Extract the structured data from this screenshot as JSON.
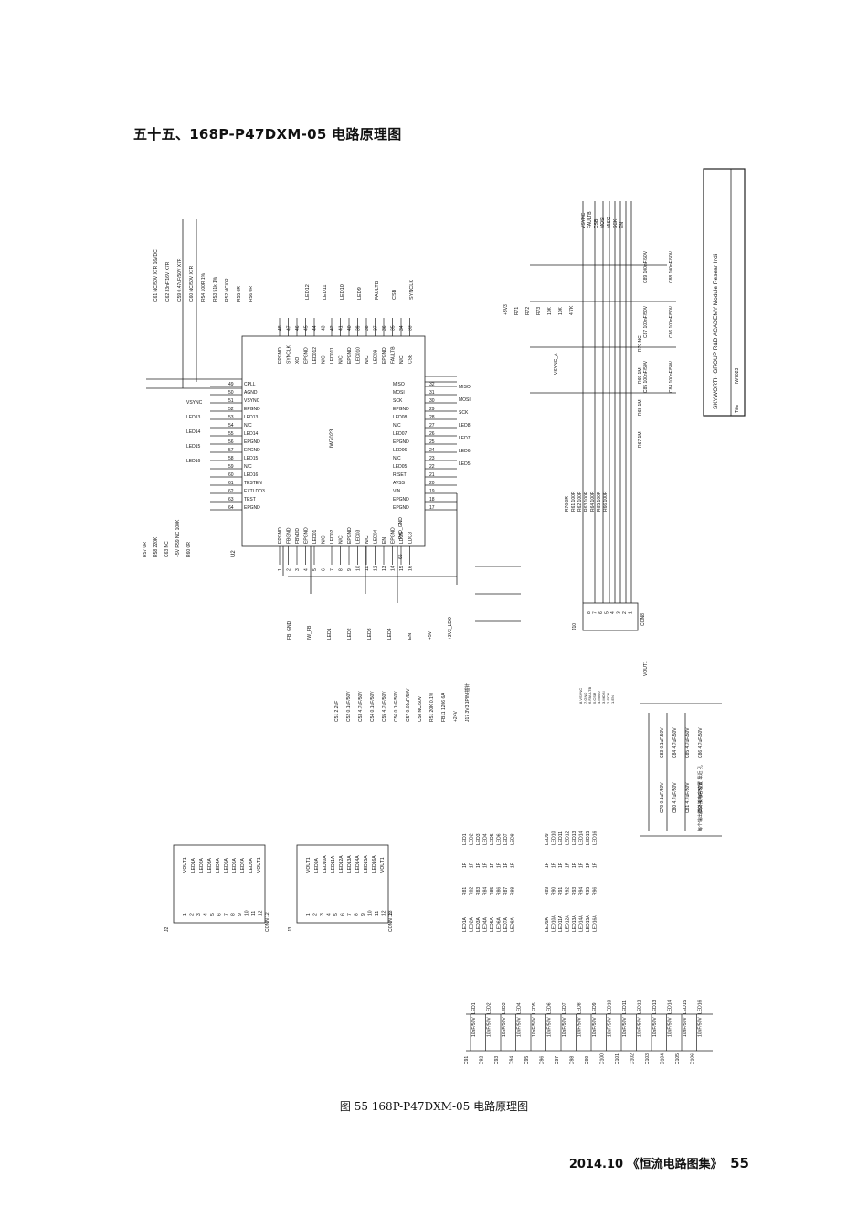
{
  "page": {
    "heading": "五十五、168P-P47DXM-05 电路原理图",
    "caption": "图 55   168P-P47DXM-05 电路原理图",
    "footer_date": "2014.10",
    "footer_title": "《恒流电路图集》",
    "page_number": "55"
  },
  "schematic": {
    "ic": {
      "ref": "U2",
      "part": "IW7023",
      "pad": "PAD_GND",
      "pad_pin": "65"
    },
    "title_block": {
      "company": "SKYWORTH GROUP R&D ACADEMY  Module Resear Indi",
      "title_label": "Title",
      "title_value": "IW7023"
    },
    "top_labels": [
      "LED12",
      "LED11",
      "LED10",
      "LED9",
      "FAULTB",
      "CSB",
      "SYNCLK"
    ],
    "top_pins": [
      {
        "num": "48",
        "name": "EPGND"
      },
      {
        "num": "47",
        "name": "SYNCLK"
      },
      {
        "num": "46",
        "name": "XO"
      },
      {
        "num": "45",
        "name": "EPGND"
      },
      {
        "num": "44",
        "name": "LED012"
      },
      {
        "num": "43",
        "name": "N/C"
      },
      {
        "num": "42",
        "name": "LED011"
      },
      {
        "num": "41",
        "name": "N/C"
      },
      {
        "num": "40",
        "name": "EPGND"
      },
      {
        "num": "39",
        "name": "LED010"
      },
      {
        "num": "38",
        "name": "N/C"
      },
      {
        "num": "37",
        "name": "LED09"
      },
      {
        "num": "36",
        "name": "EPGND"
      },
      {
        "num": "35",
        "name": "FAULTB"
      },
      {
        "num": "34",
        "name": "N/C"
      },
      {
        "num": "33",
        "name": "CSB"
      }
    ],
    "left_pins": [
      {
        "num": "49",
        "name": "CPLL"
      },
      {
        "num": "50",
        "name": "AGND"
      },
      {
        "num": "51",
        "name": "VSYNC"
      },
      {
        "num": "52",
        "name": "EPGND"
      },
      {
        "num": "53",
        "name": "LED13"
      },
      {
        "num": "54",
        "name": "N/C"
      },
      {
        "num": "55",
        "name": "LED14"
      },
      {
        "num": "56",
        "name": "EPGND"
      },
      {
        "num": "57",
        "name": "EPGND"
      },
      {
        "num": "58",
        "name": "LED15"
      },
      {
        "num": "59",
        "name": "N/C"
      },
      {
        "num": "60",
        "name": "LED16"
      },
      {
        "num": "61",
        "name": "TESTEN"
      },
      {
        "num": "62",
        "name": "EXTLDO3"
      },
      {
        "num": "63",
        "name": "TEST"
      },
      {
        "num": "64",
        "name": "EPGND"
      }
    ],
    "left_net_labels": [
      "VSYNC",
      "LED13",
      "LED14",
      "LED15",
      "LED16"
    ],
    "right_pins": [
      {
        "num": "32",
        "name": "MISO"
      },
      {
        "num": "31",
        "name": "MOSI"
      },
      {
        "num": "30",
        "name": "SCK"
      },
      {
        "num": "29",
        "name": "EPGND"
      },
      {
        "num": "28",
        "name": "LED08"
      },
      {
        "num": "27",
        "name": "N/C"
      },
      {
        "num": "26",
        "name": "LED07"
      },
      {
        "num": "25",
        "name": "EPGND"
      },
      {
        "num": "24",
        "name": "LED06"
      },
      {
        "num": "23",
        "name": "N/C"
      },
      {
        "num": "22",
        "name": "LED05"
      },
      {
        "num": "21",
        "name": "RISET"
      },
      {
        "num": "20",
        "name": "AVSS"
      },
      {
        "num": "19",
        "name": "VIN"
      },
      {
        "num": "18",
        "name": "EPGND"
      },
      {
        "num": "17",
        "name": "EPGND"
      }
    ],
    "right_net_labels": [
      "MISO",
      "MOSI",
      "SCK",
      "LED8",
      "LED7",
      "LED6",
      "LED5"
    ],
    "bottom_pins": [
      {
        "num": "1",
        "name": "EPGND"
      },
      {
        "num": "2",
        "name": "FBGND"
      },
      {
        "num": "3",
        "name": "FBVDD"
      },
      {
        "num": "4",
        "name": "EPGND"
      },
      {
        "num": "5",
        "name": "LED01"
      },
      {
        "num": "6",
        "name": "N/C"
      },
      {
        "num": "7",
        "name": "LED02"
      },
      {
        "num": "8",
        "name": "N/C"
      },
      {
        "num": "9",
        "name": "EPGND"
      },
      {
        "num": "10",
        "name": "LED03"
      },
      {
        "num": "11",
        "name": "N/C"
      },
      {
        "num": "12",
        "name": "LED04"
      },
      {
        "num": "13",
        "name": "EN"
      },
      {
        "num": "14",
        "name": "EPGND"
      },
      {
        "num": "15",
        "name": "LDO5"
      },
      {
        "num": "16",
        "name": "LDO3"
      }
    ],
    "bottom_labels": [
      "FB_GND",
      "IW_FB",
      "LED1",
      "LED2",
      "LED3",
      "LED4",
      "EN",
      "+5V",
      "+3V3_LDO"
    ],
    "components_top": [
      "C61  NC/50V X7R 16VDC",
      "C62  33nF/16V X7R",
      "C59  0.47uF/50V X7R",
      "C60  NC/50V X7R",
      "R54 100R 1%",
      "R53 51k 1%",
      "R52 NC/0R",
      "R55 0R",
      "R56 0R"
    ],
    "components_left": [
      "R57 0R",
      "R58 220K",
      "C63 NC",
      "+5V R59 NC 100K",
      "R60 0R"
    ],
    "components_bottom": [
      "C51 2.2uF",
      "C52 0.1uF/50V",
      "C53 4.7uF/50V",
      "C54 0.1uF/50V",
      "C55 4.7uF/50V",
      "C56 0.1uF/50V",
      "C57 0.01uF/50V",
      "C58 NC/50V",
      "R51 20K 0.1%",
      "FB11 1206 6A",
      "+24V",
      "J17 3V3 1PIN 插针"
    ],
    "conn_right": {
      "ref": "J10",
      "name": "CON8",
      "nets": [
        "VSYNC",
        "FAULTB",
        "CSB",
        "MOSI",
        "MISO",
        "SCK",
        "EN"
      ],
      "pins": [
        "8",
        "7",
        "6",
        "5",
        "4",
        "3",
        "2",
        "1"
      ],
      "legend": [
        "8.VSYNC",
        "7.GND",
        "6.FAULTB",
        "5.CSB",
        "4.MISO",
        "3.MOSI",
        "2.SCK",
        "1.EN"
      ],
      "vsync_label": "VSYNC_A",
      "pullups": [
        "+3V3",
        "R71",
        "R72",
        "R73",
        "10K",
        "10K",
        "4.7K"
      ],
      "series": [
        "R76 0R",
        "R61 100R",
        "R62 100R",
        "R63 100R",
        "R64 100R",
        "R65 100R",
        "R66 100R"
      ],
      "filter_caps": [
        "C89 100nF/50V",
        "C88 100nF/50V",
        "C87 100nF/50V",
        "C86 100nF/50V",
        "C85 100nF/50V",
        "C84 100nF/50V"
      ],
      "filter_res": [
        "R70 NC",
        "R69 1M",
        "R68 1M",
        "R67 1M"
      ]
    },
    "vout_caps": {
      "label": "VOUT1",
      "caps": [
        "C79 0.1uF/50V",
        "C80 4.7uF/50V",
        "C81 4.7uF/50V",
        "C82 4.7uF/50V",
        "C83 0.1uF/50V",
        "C84 4.7uF/50V",
        "C85 4.7uF/50V",
        "C86 4.7uF/50V"
      ],
      "note": "每个输出脚外接电容位置 靠近 孔"
    },
    "conn12": {
      "ref": "J2",
      "name": "CONN 12",
      "pins": [
        "1",
        "2",
        "3",
        "4",
        "5",
        "6",
        "7",
        "8",
        "9",
        "10",
        "11",
        "12"
      ],
      "nets": [
        "VOUT1",
        "LED1A",
        "LED2A",
        "LED3A",
        "LED4A",
        "LED5A",
        "LED6A",
        "LED7A",
        "LED8A",
        "VOUT1"
      ]
    },
    "conn13": {
      "ref": "J3",
      "name": "CONN 13",
      "pins": [
        "1",
        "2",
        "3",
        "4",
        "5",
        "6",
        "7",
        "8",
        "9",
        "10",
        "11",
        "12",
        "13"
      ],
      "nets": [
        "VOUT1",
        "LED9A",
        "LED10A",
        "LED11A",
        "LED12A",
        "LED13A",
        "LED14A",
        "LED15A",
        "LED16A",
        "VOUT1"
      ]
    },
    "res_bank_a": {
      "in": [
        "LED1A",
        "LED2A",
        "LED3A",
        "LED4A",
        "LED5A",
        "LED6A",
        "LED7A",
        "LED8A"
      ],
      "refs": [
        "R81",
        "R82",
        "R83",
        "R84",
        "R85",
        "R86",
        "R87",
        "R88"
      ],
      "value": "1R",
      "out": [
        "LED1",
        "LED2",
        "LED3",
        "LED4",
        "LED5",
        "LED6",
        "LED7",
        "LED8"
      ]
    },
    "res_bank_b": {
      "in": [
        "LED9A",
        "LED10A",
        "LED11A",
        "LED12A",
        "LED13A",
        "LED14A",
        "LED15A",
        "LED16A"
      ],
      "refs": [
        "R89",
        "R90",
        "R91",
        "R92",
        "R93",
        "R94",
        "R95",
        "R96"
      ],
      "value": "1R",
      "out": [
        "LED9",
        "LED10",
        "LED11",
        "LED12",
        "LED13",
        "LED14",
        "LED15",
        "LED16"
      ]
    },
    "cap_bank": {
      "refs": [
        "C91",
        "C92",
        "C93",
        "C94",
        "C95",
        "C96",
        "C97",
        "C98",
        "C99",
        "C100",
        "C101",
        "C102",
        "C103",
        "C104",
        "C105",
        "C106"
      ],
      "value": "10nF/50V",
      "nets": [
        "LED1",
        "LED2",
        "LED3",
        "LED4",
        "LED5",
        "LED6",
        "LED7",
        "LED8",
        "LED9",
        "LED10",
        "LED11",
        "LED12",
        "LED13",
        "LED14",
        "LED15",
        "LED16"
      ]
    }
  }
}
